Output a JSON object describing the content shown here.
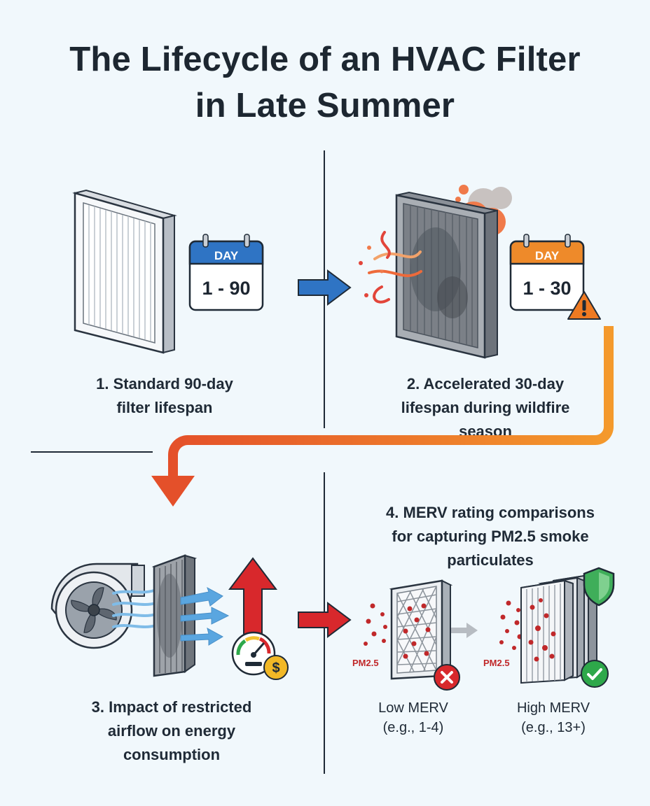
{
  "title": {
    "line1": "The Lifecycle of an HVAC Filter",
    "line2": "in Late Summer"
  },
  "panel1": {
    "calendar_header": "DAY",
    "calendar_range": "1 - 90",
    "caption_line1": "1. Standard 90-day",
    "caption_line2": "filter lifespan"
  },
  "panel2": {
    "calendar_header": "DAY",
    "calendar_range": "1 - 30",
    "caption_line1": "2. Accelerated 30-day",
    "caption_line2": "lifespan during wildfire",
    "caption_line3": "season"
  },
  "panel3": {
    "caption_line1": "3. Impact of restricted",
    "caption_line2": "airflow on energy",
    "caption_line3": "consumption",
    "cost_symbol": "$"
  },
  "panel4": {
    "caption_line1": "4. MERV rating comparisons",
    "caption_line2": "for capturing PM2.5 smoke",
    "caption_line3": "particulates",
    "low_pm_label": "PM2.5",
    "high_pm_label": "PM2.5",
    "low_label_line1": "Low MERV",
    "low_label_line2": "(e.g., 1-4)",
    "high_label_line1": "High MERV",
    "high_label_line2": "(e.g., 13+)"
  },
  "colors": {
    "background": "#f1f8fc",
    "blue_accent": "#2f74c4",
    "orange_accent": "#ee8a2a",
    "red_accent": "#d8282c",
    "green_accent": "#2ea84a"
  },
  "icons": {
    "clean_filter": "clean-filter-icon",
    "calendar": "calendar-icon",
    "dirty_filter": "dirty-filter-icon",
    "smoke": "smoke-icon",
    "warning": "warning-icon",
    "fan": "blower-fan-icon",
    "gauge": "energy-gauge-icon",
    "shield": "shield-icon",
    "check": "check-icon",
    "cross": "cross-icon"
  }
}
